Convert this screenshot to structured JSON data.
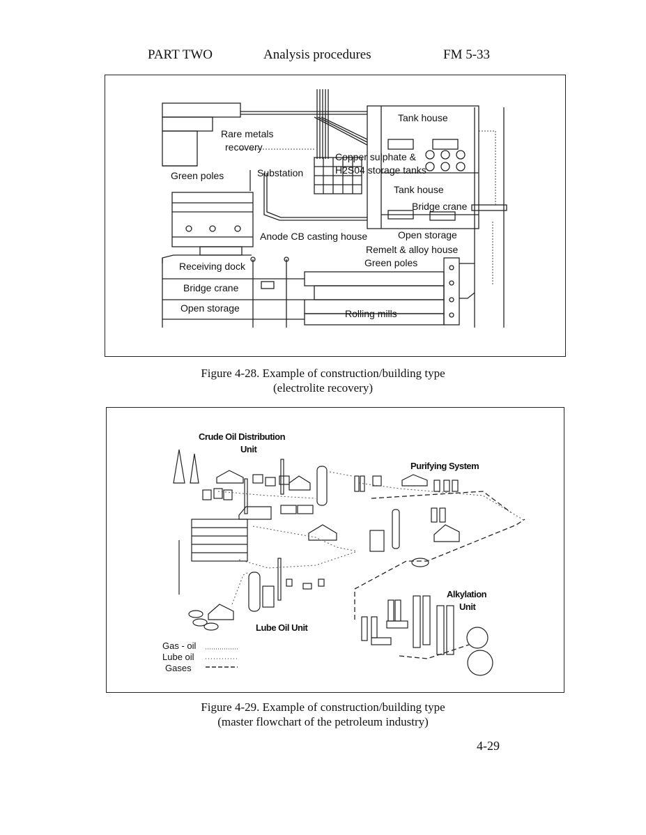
{
  "header": {
    "part": "PART TWO",
    "section": "Analysis procedures",
    "manual": "FM 5-33"
  },
  "figure1": {
    "labels": {
      "rare_metals_1": "Rare metals",
      "rare_metals_2": "recovery",
      "green_poles_left": "Green poles",
      "substation": "Substation",
      "copper_1": "Copper sulphate &",
      "copper_2": "H2S04 storage tanks",
      "tank_house_1": "Tank house",
      "tank_house_2": "Tank house",
      "bridge_crane_right": "Bridge crane",
      "anode": "Anode CB casting house",
      "open_storage_right": "Open storage",
      "remelt": "Remelt & alloy house",
      "green_poles_right": "Green poles",
      "receiving_dock": "Receiving dock",
      "bridge_crane_left": "Bridge crane",
      "open_storage_left": "Open storage",
      "rolling_mills": "Rolling mills"
    },
    "caption_line1": "Figure 4-28. Example of construction/building type",
    "caption_line2": "(electrolite recovery)"
  },
  "figure2": {
    "labels": {
      "crude_1": "Crude Oil Distribution",
      "crude_2": "Unit",
      "purifying": "Purifying System",
      "alkylation_1": "Alkylation",
      "alkylation_2": "Unit",
      "lube_unit": "Lube Oil Unit"
    },
    "legend": {
      "gas_oil": "Gas - oil",
      "lube_oil": "Lube oil",
      "gases": "Gases"
    },
    "caption_line1": "Figure 4-29. Example of construction/building type",
    "caption_line2": "(master flowchart of the petroleum industry)"
  },
  "page_number": "4-29"
}
